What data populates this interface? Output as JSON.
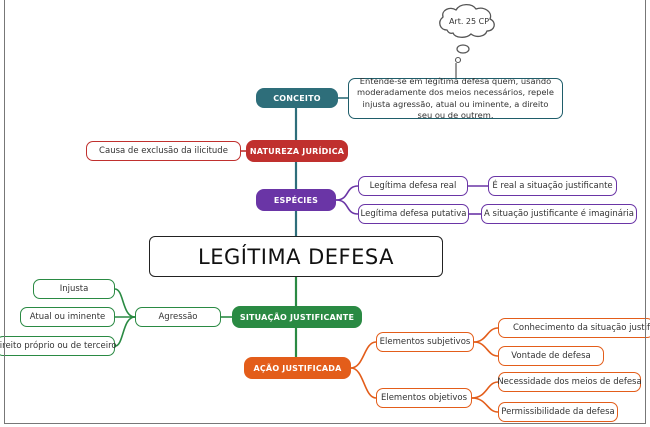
{
  "central": "LEGÍTIMA DEFESA",
  "note": "Art. 25 CP",
  "conceito": {
    "label": "CONCEITO",
    "text": "Entende-se em legítima defesa quem, usando moderadamente dos meios necessários, repele injusta agressão, atual ou iminente, a direito seu ou de outrem."
  },
  "natureza": {
    "label": "NATUREZA JURÍDICA",
    "text": "Causa de exclusão da ilicitude"
  },
  "especies": {
    "label": "ESPÉCIES",
    "real": "Legítima defesa real",
    "real_desc": "É real a situação justificante",
    "putativa": "Legítima defesa putativa",
    "putativa_desc": "A situação justificante é imaginária"
  },
  "situacao": {
    "label": "SITUAÇÃO JUSTIFICANTE",
    "agressao": "Agressão",
    "injusta": "Injusta",
    "atual": "Atual ou iminente",
    "direito": "direito próprio ou de terceiro"
  },
  "acao": {
    "label": "AÇÃO JUSTIFICADA",
    "subjetivos": "Elementos subjetivos",
    "conhecimento": "Conhecimento da situação justificante",
    "vontade": "Vontade de defesa",
    "objetivos": "Elementos objetivos",
    "necessidade": "Necessidade dos meios de defesa",
    "permissibilidade": "Permissibilidade da defesa"
  },
  "colors": {
    "teal": "#2e6e7a",
    "red": "#c0302e",
    "purple": "#6a35a6",
    "green": "#2a8a43",
    "orange": "#e35d1a"
  }
}
